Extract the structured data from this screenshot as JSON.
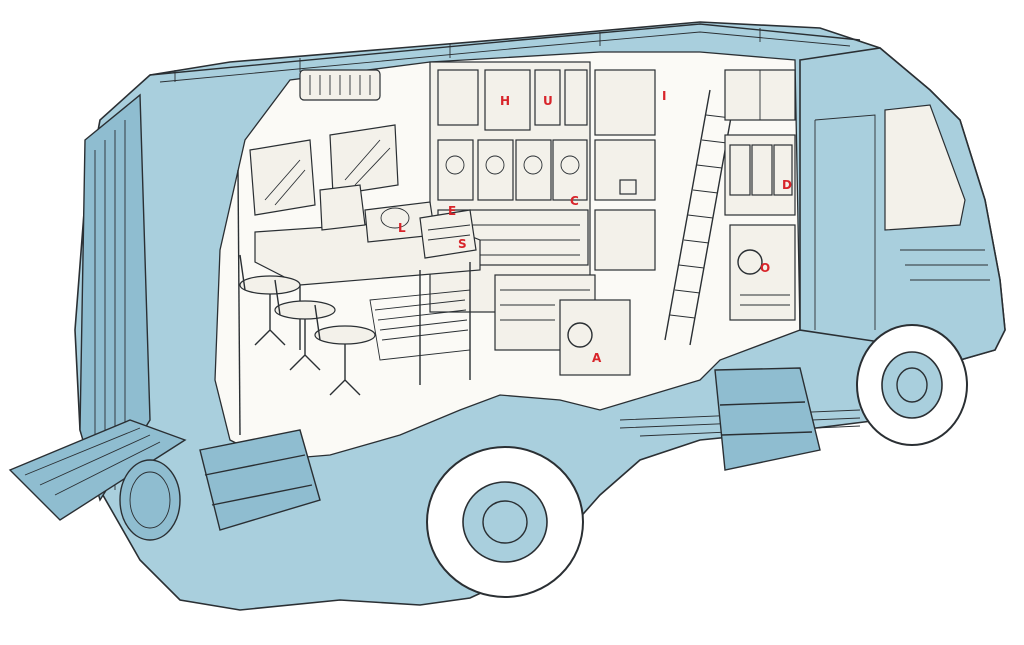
{
  "colors": {
    "body": "#a9cfdd",
    "body_shadow": "#8fbdd0",
    "interior": "#fbfaf6",
    "outline": "#2a2f33",
    "callout": "#d8242a"
  },
  "callouts": {
    "H": "H",
    "U": "U",
    "I": "I",
    "E": "E",
    "C": "C",
    "L": "L",
    "S": "S",
    "D": "D",
    "O": "O",
    "A": "A"
  }
}
